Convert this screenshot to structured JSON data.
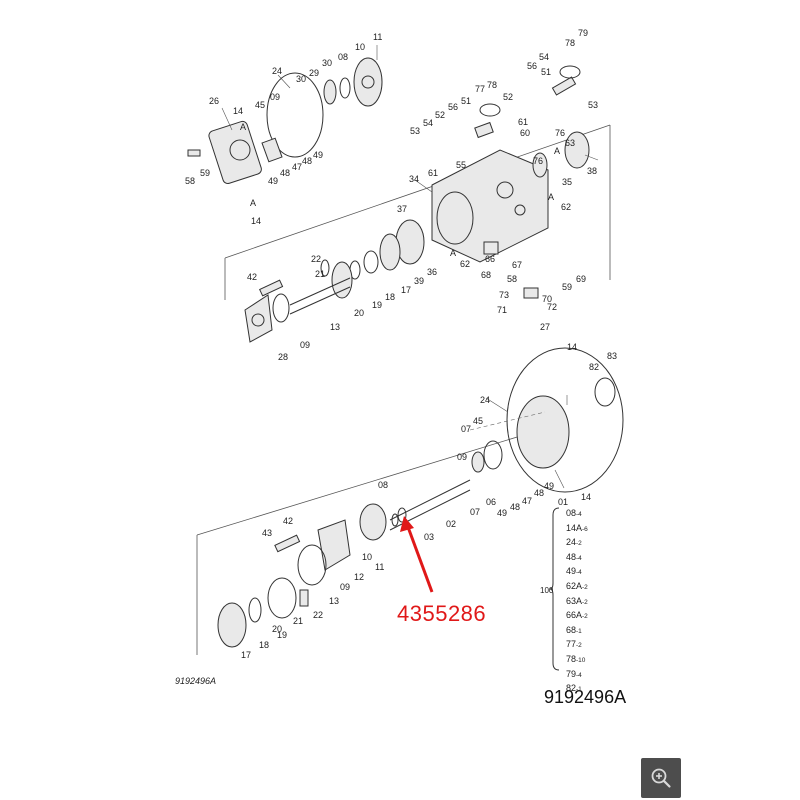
{
  "diagram": {
    "upper_labels": [
      "11",
      "10",
      "08",
      "30",
      "29",
      "30",
      "24",
      "09",
      "26",
      "14",
      "45",
      "A",
      "58",
      "59",
      "49",
      "48",
      "47",
      "48",
      "49",
      "A",
      "14",
      "79",
      "78",
      "54",
      "51",
      "56",
      "53",
      "77",
      "78",
      "56",
      "51",
      "52",
      "52",
      "54",
      "53",
      "55",
      "60",
      "61",
      "76",
      "63",
      "A",
      "76",
      "38",
      "35",
      "34",
      "61",
      "37",
      "A",
      "62",
      "42",
      "22",
      "21",
      "20",
      "19",
      "18",
      "17",
      "39",
      "36",
      "A",
      "62",
      "66",
      "68",
      "67",
      "58",
      "59",
      "69",
      "73",
      "70",
      "71",
      "72",
      "27",
      "13",
      "09",
      "28"
    ],
    "lower_labels": [
      "14",
      "82",
      "83",
      "24",
      "45",
      "07",
      "09",
      "06",
      "07",
      "08",
      "03",
      "02",
      "01",
      "49",
      "48",
      "47",
      "48",
      "49",
      "14",
      "43",
      "42",
      "12",
      "10",
      "11",
      "09",
      "13",
      "22",
      "21",
      "20",
      "19",
      "18",
      "17"
    ]
  },
  "callout": {
    "part_number": "4355286",
    "color": "#e01818"
  },
  "document": {
    "number_small": "9192496A",
    "number_large": "9192496A"
  },
  "kit": {
    "number": "100",
    "items": [
      {
        "code": "08",
        "qty": "4"
      },
      {
        "code": "14A",
        "qty": "6"
      },
      {
        "code": "24",
        "qty": "2"
      },
      {
        "code": "48",
        "qty": "4"
      },
      {
        "code": "49",
        "qty": "4"
      },
      {
        "code": "62A",
        "qty": "2"
      },
      {
        "code": "63A",
        "qty": "2"
      },
      {
        "code": "66A",
        "qty": "2"
      },
      {
        "code": "68",
        "qty": "1"
      },
      {
        "code": "77",
        "qty": "2"
      },
      {
        "code": "78",
        "qty": "10"
      },
      {
        "code": "79",
        "qty": "4"
      },
      {
        "code": "82",
        "qty": "1"
      }
    ]
  },
  "zoom": {
    "icon": "magnify-plus-icon",
    "bg": "#4d4d4d"
  }
}
